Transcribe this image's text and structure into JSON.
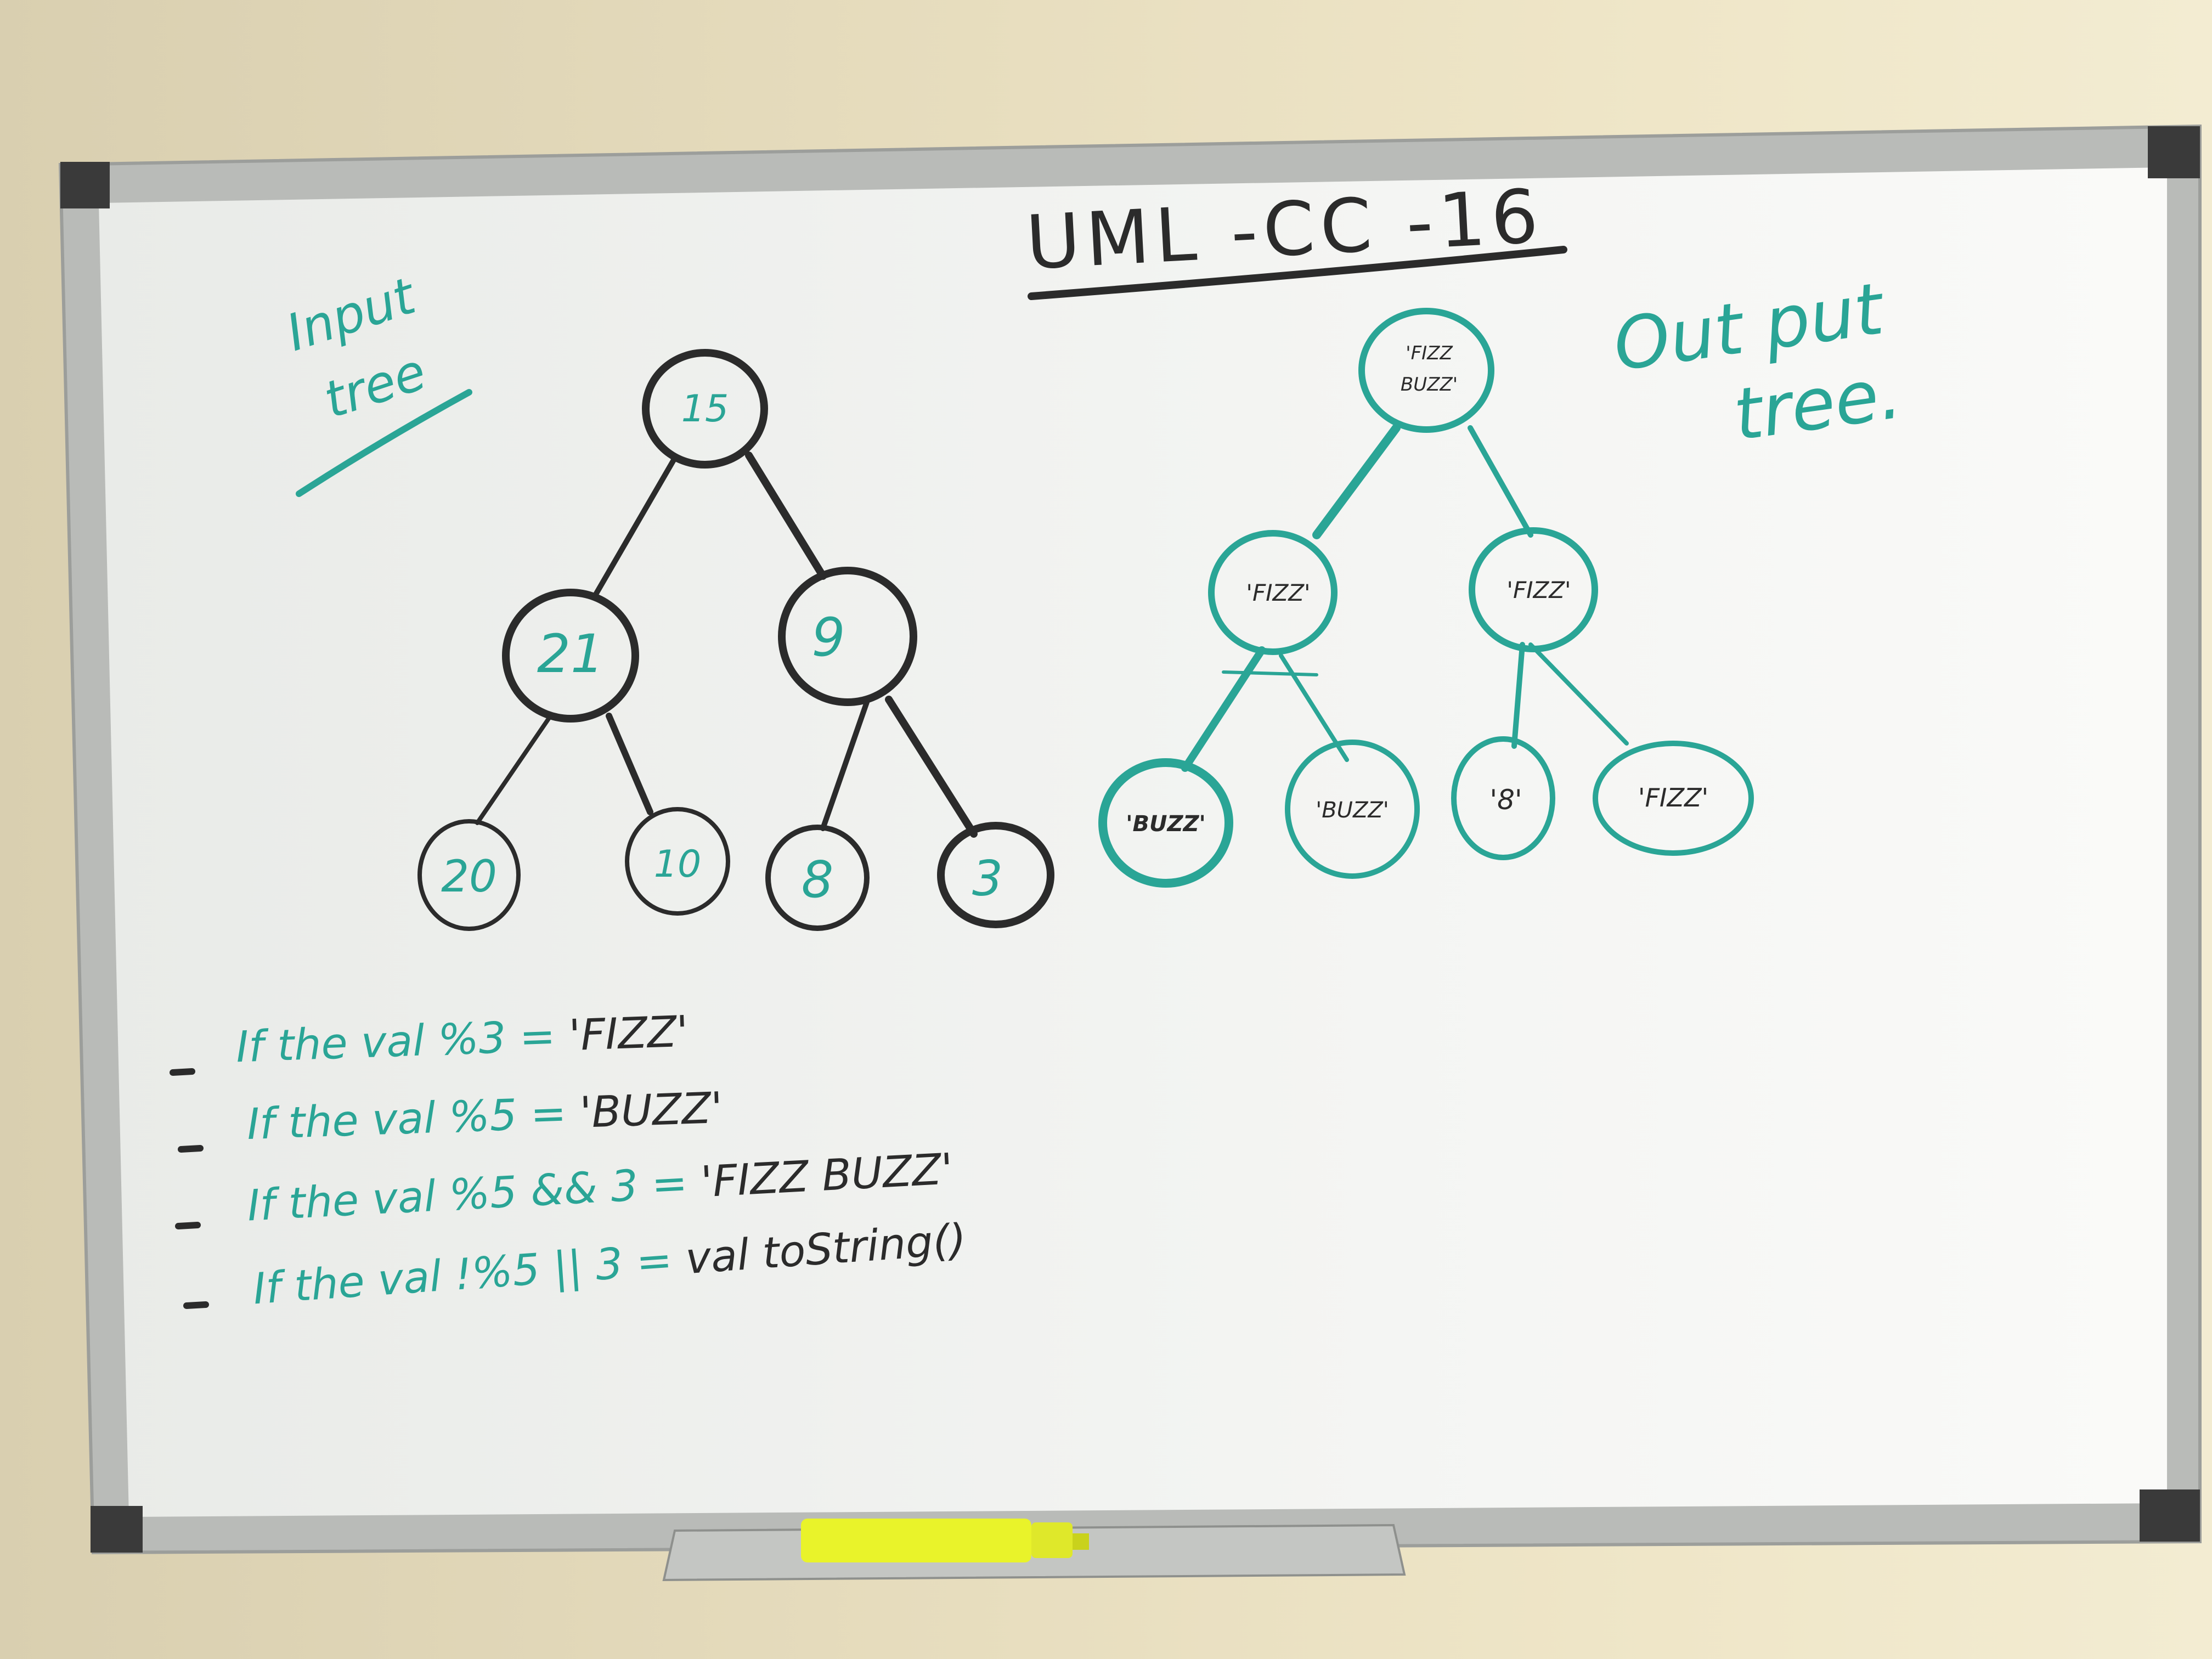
{
  "title": "UML -CC -16",
  "input_label": [
    "Input",
    "tree"
  ],
  "output_label": [
    "Out put",
    "tree."
  ],
  "input_tree": {
    "root": "15",
    "level1": [
      "21",
      "9"
    ],
    "level2": [
      "20",
      "10",
      "8",
      "3"
    ]
  },
  "output_tree": {
    "root": [
      "'FIZZ",
      "BUZZ'"
    ],
    "level1": [
      "'FIZZ'",
      "'FIZZ'"
    ],
    "level2": [
      "'BUZZ'",
      "'BUZZ'",
      "'8'",
      "'FIZZ'"
    ]
  },
  "rules": [
    {
      "condition": "If the val %3 =",
      "result": "'FIZZ'"
    },
    {
      "condition": "If the val %5 =",
      "result": "'BUZZ'"
    },
    {
      "condition": "If the val %5 && 3 =",
      "result": "'FIZZ BUZZ'"
    },
    {
      "condition": "If the val !%5 || 3 =",
      "result": "val toString()"
    }
  ],
  "colors": {
    "teal_marker": "#2aa596",
    "black_marker": "#2b2b2b",
    "board": "#f4f5f3",
    "frame": "#b9bbb8",
    "highlighter": "#e9f32a"
  },
  "icons": {
    "highlighter": "highlighter-marker-icon"
  }
}
